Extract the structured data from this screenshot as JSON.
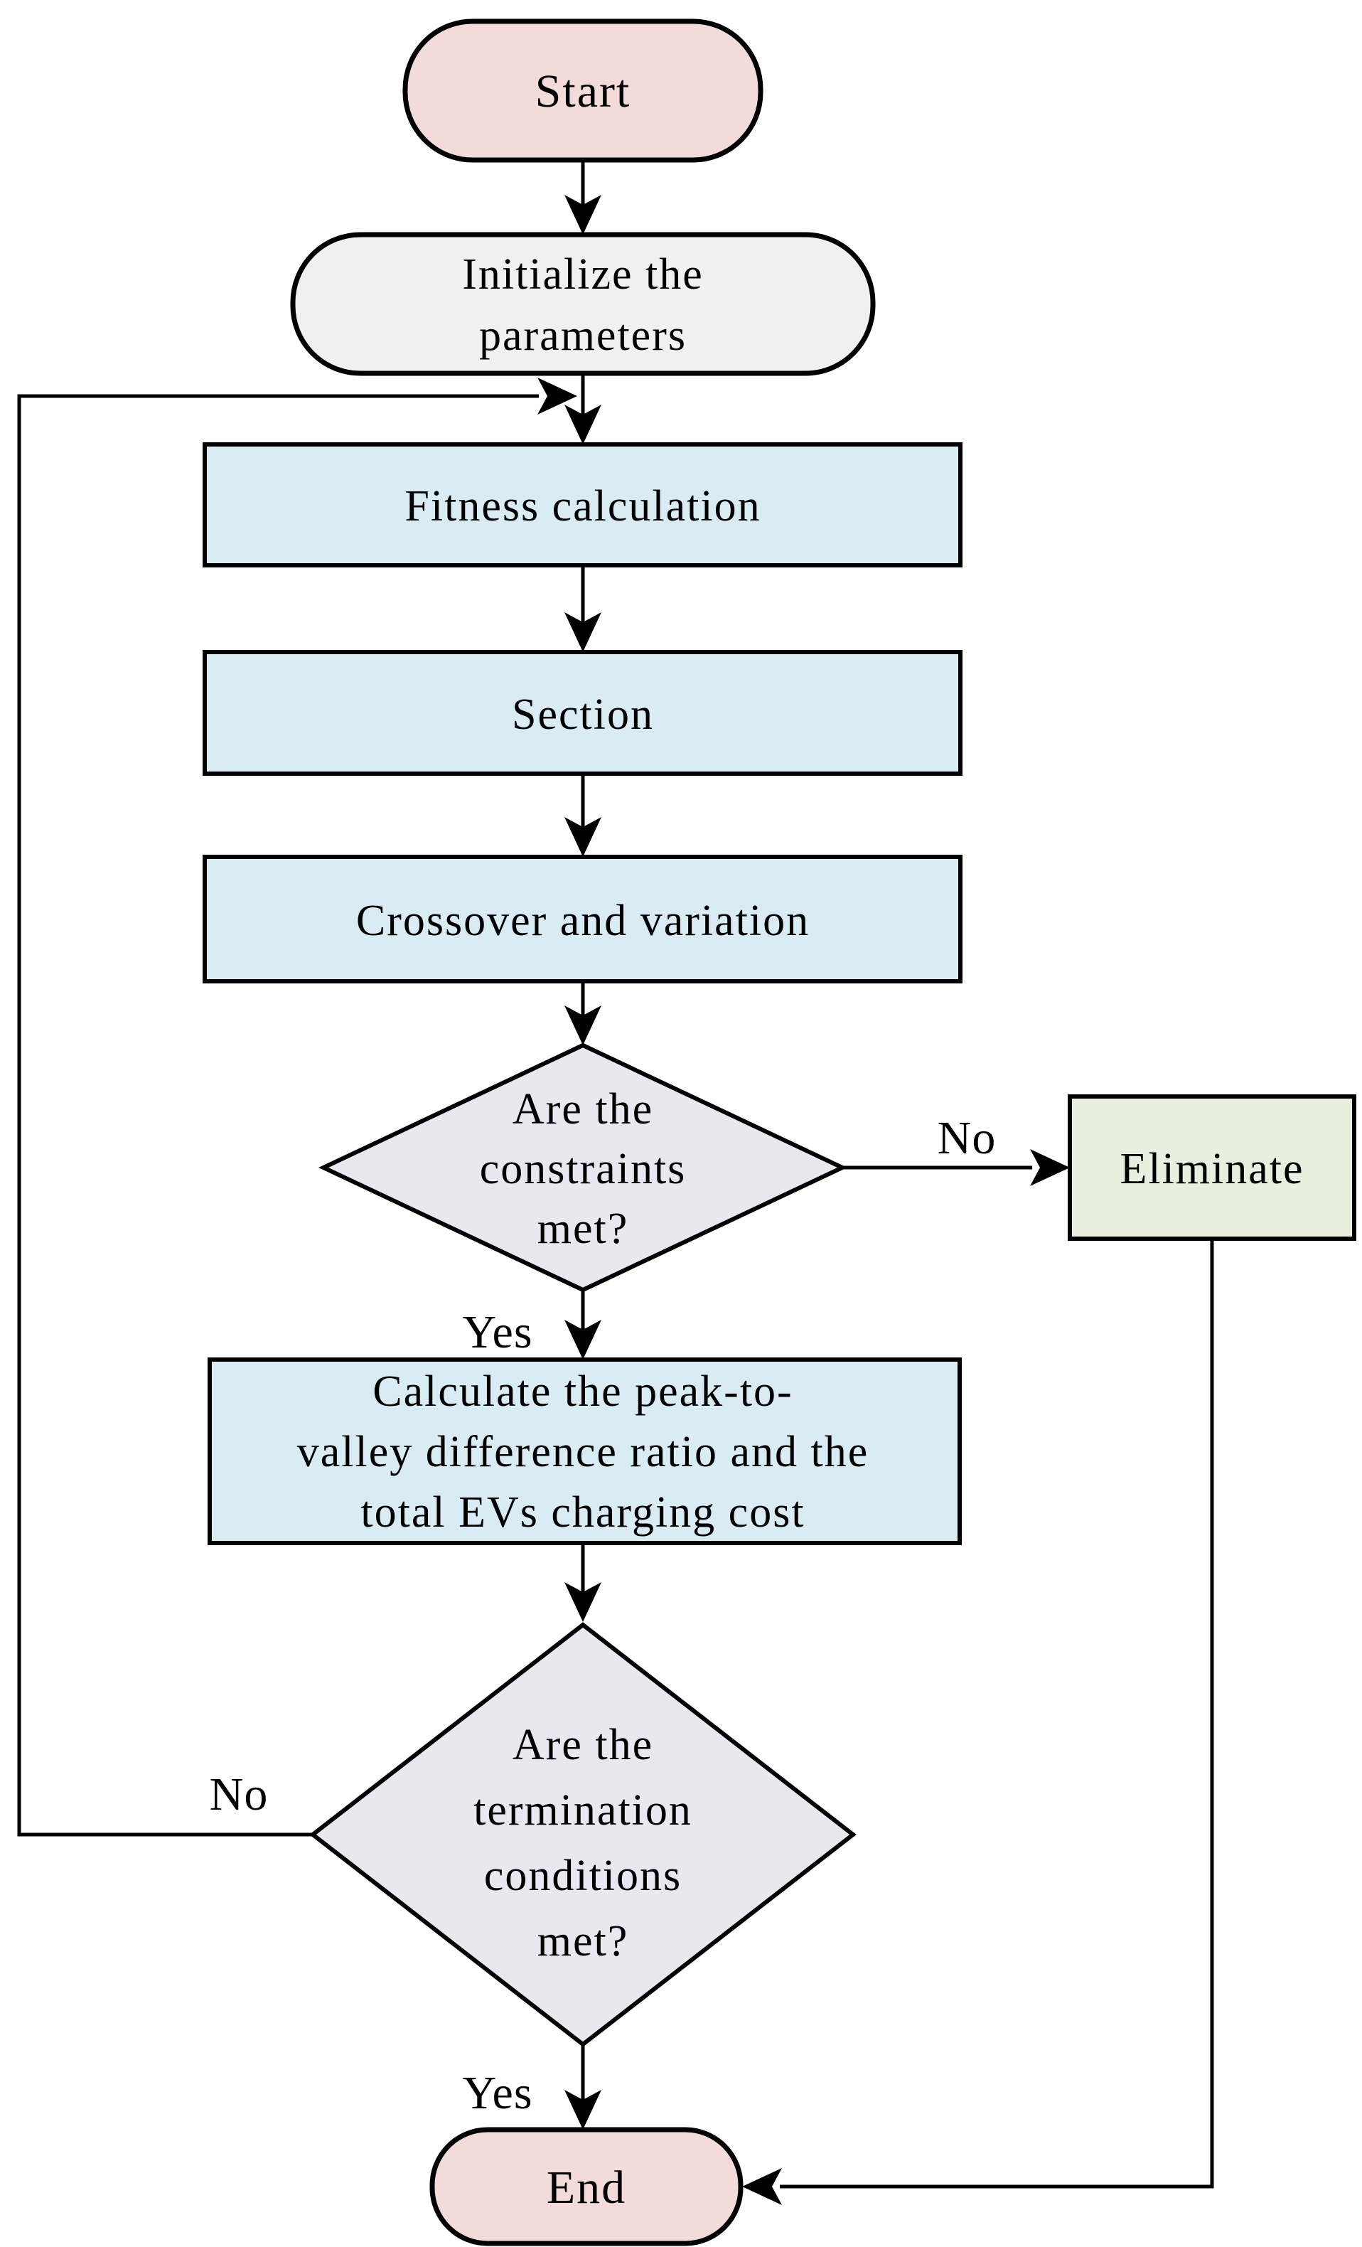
{
  "nodes": {
    "start": {
      "label": "Start"
    },
    "initialize": {
      "lines": [
        "Initialize the",
        "parameters"
      ]
    },
    "fitness": {
      "label": "Fitness calculation"
    },
    "section": {
      "label": "Section"
    },
    "crossover": {
      "label": "Crossover and variation"
    },
    "constraints_decision": {
      "lines": [
        "Are the",
        "constraints",
        "met?"
      ]
    },
    "eliminate": {
      "label": "Eliminate"
    },
    "calculate": {
      "lines": [
        "Calculate the peak-to-",
        "valley difference ratio and the",
        "total EVs charging cost"
      ]
    },
    "termination_decision": {
      "lines": [
        "Are the",
        "termination",
        "conditions",
        "met?"
      ]
    },
    "end": {
      "label": "End"
    }
  },
  "edge_labels": {
    "constraints_no": "No",
    "constraints_yes": "Yes",
    "termination_no": "No",
    "termination_yes": "Yes"
  },
  "colors": {
    "terminal_pink": "#f2dbd8",
    "init_gray": "#f1f0f1",
    "process_blue": "#daecf3",
    "decision_lavender": "#e9e7f0",
    "eliminate_green": "#e9efdf",
    "line_black": "#000000"
  }
}
